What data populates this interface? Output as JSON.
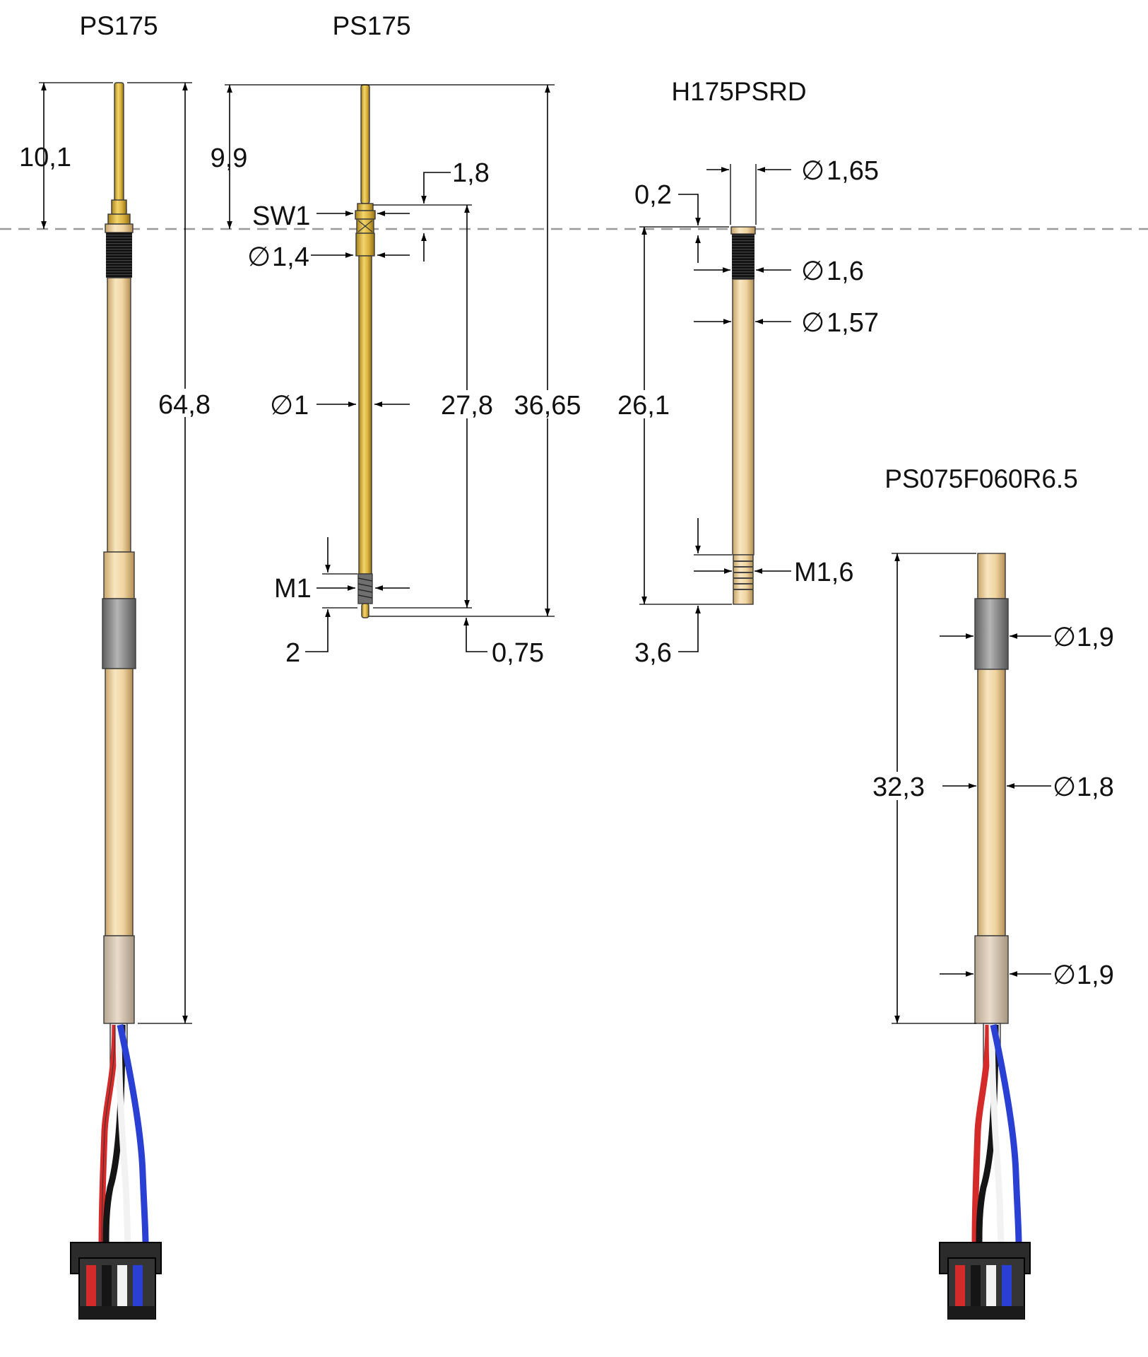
{
  "titles": {
    "probe_full": "PS175",
    "probe_plunger": "PS175",
    "receptacle": "H175PSRD",
    "adapter": "PS075F060R6.5"
  },
  "dimensions": {
    "full_tip_length": "10,1",
    "full_total_length": "64,8",
    "plunger_tip_length": "9,9",
    "plunger_collar": "1,8",
    "plunger_wrench": "SW1",
    "plunger_diameter_top": "1,4",
    "plunger_diameter_shaft": "1",
    "plunger_barrel_length": "27,8",
    "plunger_total_length": "36,65",
    "plunger_thread": "M1",
    "plunger_thread_length": "2",
    "plunger_tip_offset": "0,75",
    "rec_collar_height": "0,2",
    "rec_diameter_collar": "1,65",
    "rec_diameter_black": "1,6",
    "rec_diameter_body": "1,57",
    "rec_length": "26,1",
    "rec_thread": "M1,6",
    "rec_thread_length": "3,6",
    "adapter_diameter_top": "1,9",
    "adapter_diameter_body": "1,8",
    "adapter_diameter_bottom": "1,9",
    "adapter_length": "32,3"
  },
  "colors": {
    "gold": "#e8c98c",
    "brass": "#d6b04a",
    "band_gray": "#8a8a8a",
    "band_black": "#151515",
    "wire_red": "#d42a2a",
    "wire_blue": "#2a3fd4",
    "wire_black": "#151515",
    "wire_white": "#f2f2f2",
    "connector": "#2b2b2b"
  }
}
